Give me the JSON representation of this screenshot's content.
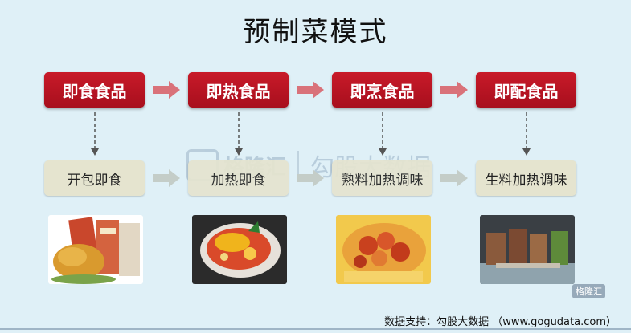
{
  "title": "预制菜模式",
  "stages": [
    {
      "category": "即食食品",
      "process": "开包即食",
      "photo": "roast-chicken-package"
    },
    {
      "category": "即热食品",
      "process": "加热即食",
      "photo": "fish-dish"
    },
    {
      "category": "即烹食品",
      "process": "熟料加热调味",
      "photo": "spicy-crayfish"
    },
    {
      "category": "即配食品",
      "process": "生料加热调味",
      "photo": "raw-skewers"
    }
  ],
  "watermark": {
    "brand": "格隆汇",
    "brand2": "勾股大数据"
  },
  "corner_mark": "格隆汇",
  "source": "数据支持：勾股大数据 （www.gogudata.com）",
  "colors": {
    "red": "#b8141f",
    "grey_box": "#e5e4cf",
    "arrow_red": "#d9727a",
    "arrow_grey": "#c4cdc8",
    "background": "#dff0f7"
  }
}
